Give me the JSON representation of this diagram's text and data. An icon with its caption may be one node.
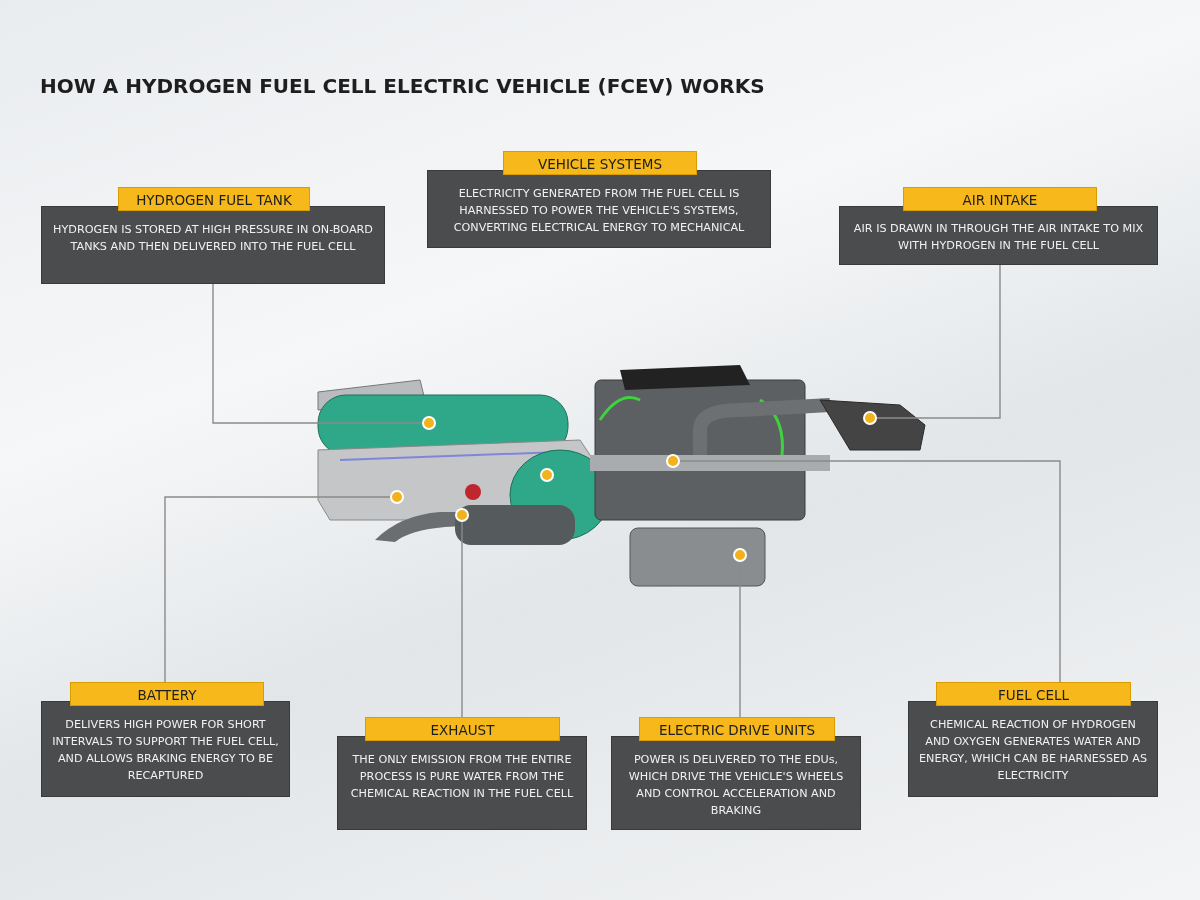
{
  "diagram": {
    "title": "HOW A HYDROGEN FUEL CELL ELECTRIC VEHICLE (FCEV) WORKS",
    "nodes": [
      {
        "text": [
          "HYDROGEN FUEL TANK",
          "HYDROGEN IS STORED AT HIGH PRESSURE IN ON-BOARD TANKS AND THEN DELIVERED INTO THE FUEL CELL"
        ]
      },
      {
        "text": [
          "VEHICLE SYSTEMS",
          "ELECTRICITY GENERATED FROM THE FUEL CELL IS HARNESSED TO POWER THE VEHICLE'S SYSTEMS, CONVERTING ELECTRICAL ENERGY TO MECHANICAL"
        ]
      },
      {
        "text": [
          "AIR INTAKE",
          "AIR IS DRAWN IN THROUGH THE AIR INTAKE TO MIX WITH HYDROGEN IN THE FUEL CELL"
        ]
      },
      {
        "text": [
          "BATTERY",
          "DELIVERS HIGH POWER FOR SHORT INTERVALS TO SUPPORT THE FUEL CELL, AND ALLOWS BRAKING ENERGY TO BE RECAPTURED"
        ]
      },
      {
        "text": [
          "EXHAUST",
          "THE ONLY EMISSION FROM THE ENTIRE PROCESS IS PURE WATER FROM THE CHEMICAL REACTION IN THE FUEL CELL"
        ]
      },
      {
        "text": [
          "ELECTRIC DRIVE UNITS",
          "POWER IS DELIVERED TO THE EDUs, WHICH DRIVE THE VEHICLE'S WHEELS AND CONTROL ACCELERATION AND BRAKING"
        ]
      },
      {
        "text": [
          "FUEL CELL",
          "CHEMICAL REACTION OF HYDROGEN AND OXYGEN GENERATES WATER AND ENERGY, WHICH CAN BE HARNESSED AS ELECTRICITY"
        ]
      },
      {
        "text": [],
        "shape": "circle"
      },
      {
        "text": [],
        "shape": "circle"
      },
      {
        "text": [],
        "shape": "circle"
      },
      {
        "text": [],
        "shape": "circle"
      },
      {
        "text": [],
        "shape": "circle"
      },
      {
        "text": [],
        "shape": "circle"
      },
      {
        "text": [],
        "shape": "circle"
      }
    ],
    "edges": [
      {
        "from": 0,
        "to": 8,
        "arrow": "none"
      },
      {
        "from": 2,
        "to": 13,
        "arrow": "none"
      },
      {
        "from": 3,
        "to": 7,
        "arrow": "none"
      },
      {
        "from": 4,
        "to": 9,
        "arrow": "none"
      },
      {
        "from": 5,
        "to": 12,
        "arrow": "none"
      },
      {
        "from": 6,
        "to": 11,
        "arrow": "none"
      }
    ]
  }
}
